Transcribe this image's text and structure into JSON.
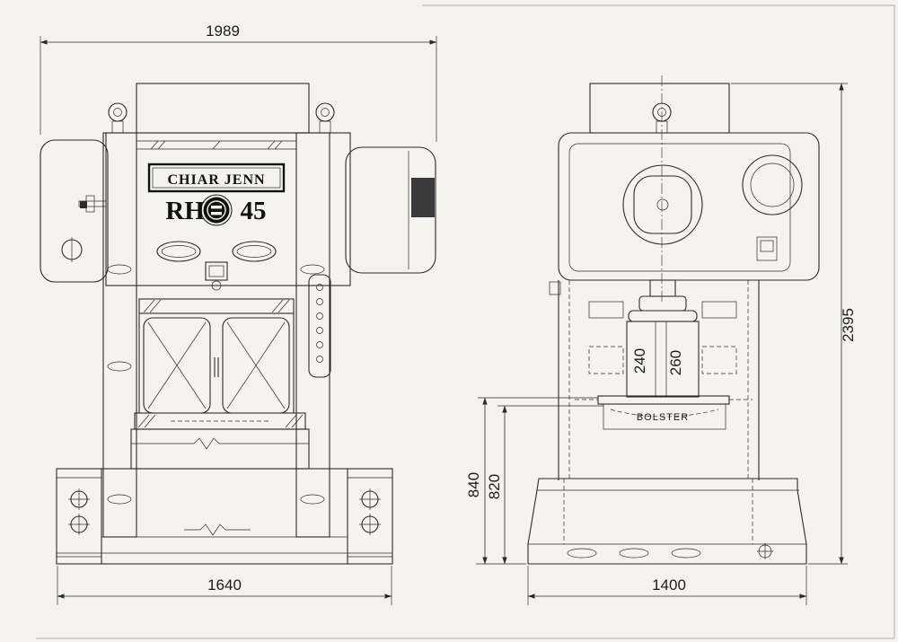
{
  "nameplate": {
    "brand": "CHIAR JENN",
    "model_prefix": "RH",
    "model_number": "45"
  },
  "labels": {
    "bolster": "BOLSTER"
  },
  "dimensions": {
    "overall_width": "1989",
    "front_base_width": "1640",
    "side_base_width": "1400",
    "overall_height": "2395",
    "floor_to_bolster_top": "840",
    "floor_to_bed_top": "820",
    "slide_dim_left": "240",
    "slide_dim_right": "260"
  },
  "colors": {
    "paper": "#f5f3ee",
    "ink": "#2b2b2b"
  }
}
